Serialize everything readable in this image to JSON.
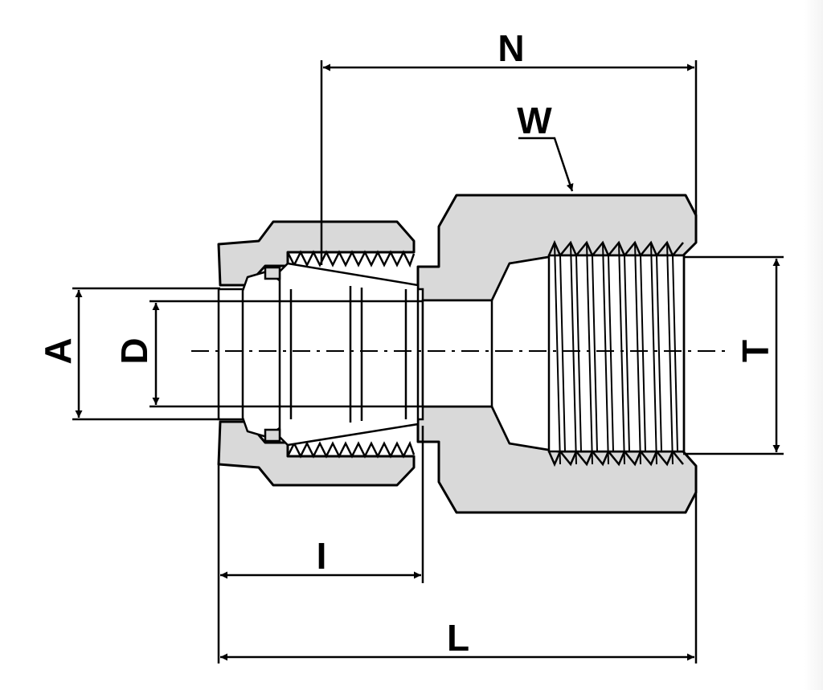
{
  "colors": {
    "body_fill": "#d9d9d9",
    "outline": "#000000",
    "background": "#ffffff"
  },
  "labels": {
    "N": "N",
    "W": "W",
    "A": "A",
    "D": "D",
    "T": "T",
    "I": "I",
    "L": "L"
  }
}
